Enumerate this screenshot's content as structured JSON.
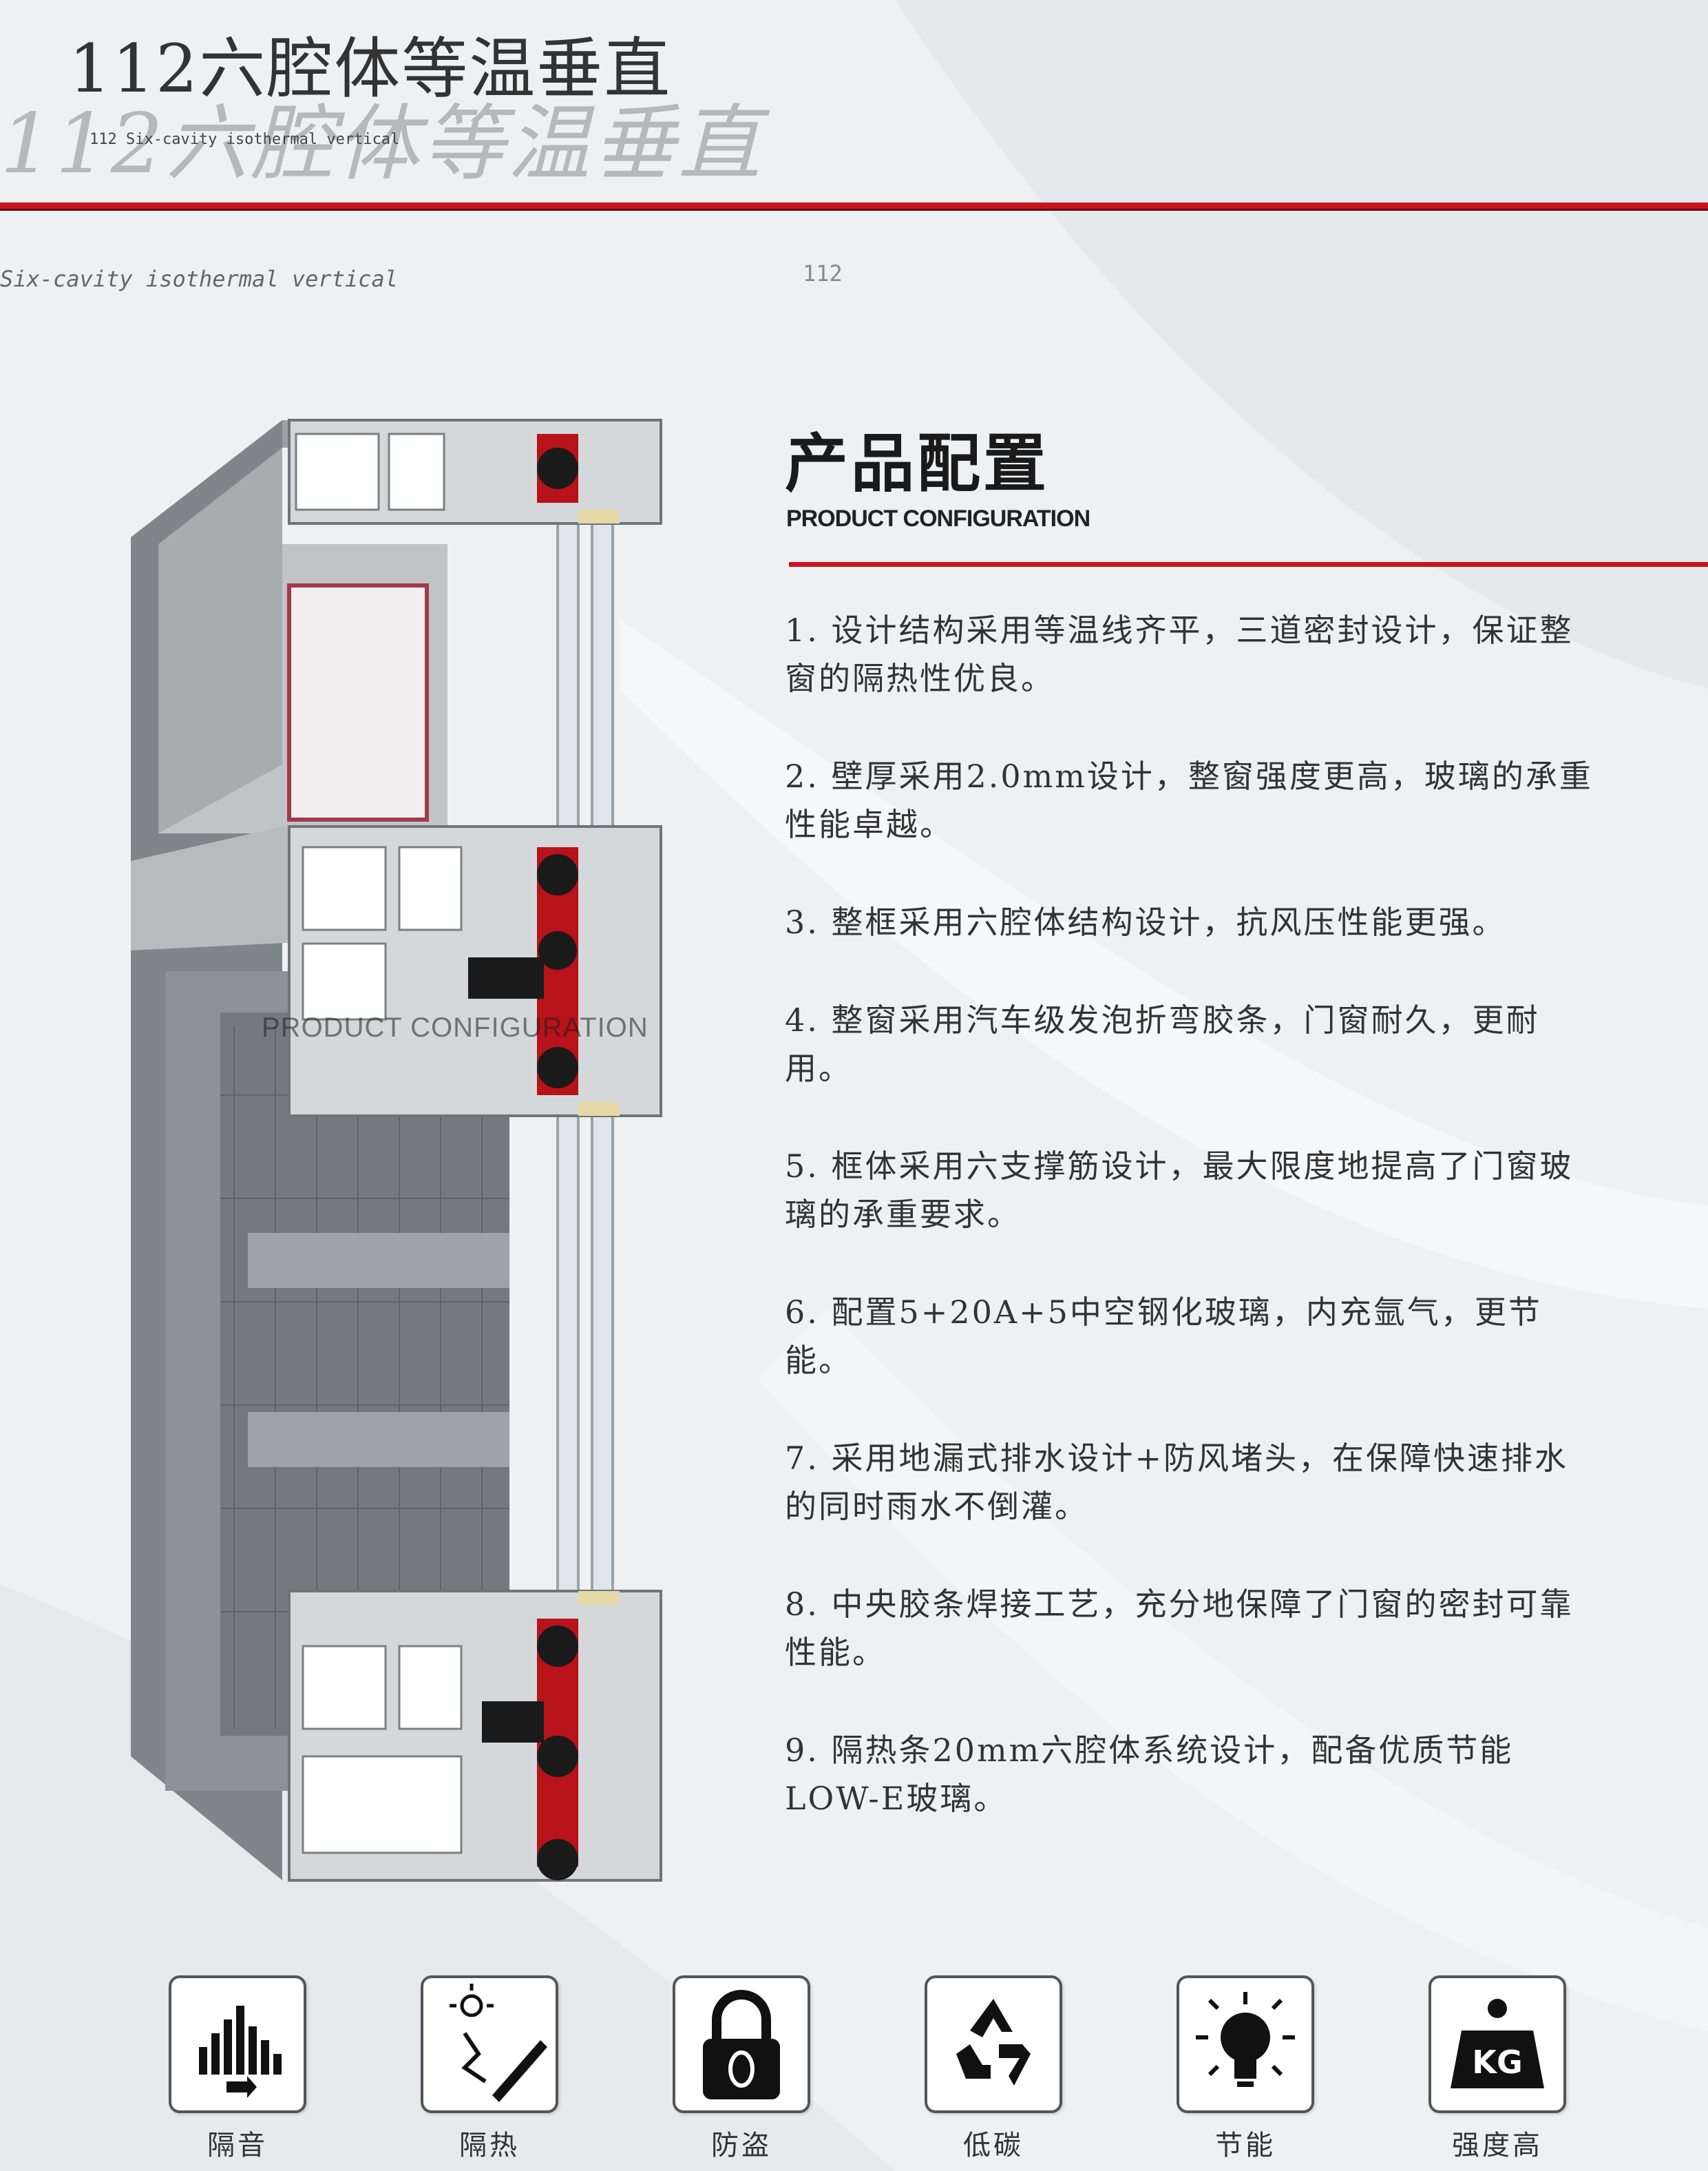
{
  "header": {
    "title_cn": "112六腔体等温垂直",
    "title_en_small": "112 Six-cavity isothermal vertical",
    "title_en": "Six-cavity isothermal vertical",
    "title_num": "112"
  },
  "section": {
    "title_cn": "产品配置",
    "title_en": "PRODUCT CONFIGURATION"
  },
  "features": [
    "1. 设计结构采用等温线齐平，三道密封设计，保证整窗的隔热性优良。",
    "2. 壁厚采用2.0mm设计，整窗强度更高，玻璃的承重性能卓越。",
    "3. 整框采用六腔体结构设计，抗风压性能更强。",
    "4. 整窗采用汽车级发泡折弯胶条，门窗耐久，更耐用。",
    "5. 框体采用六支撑筋设计，最大限度地提高了门窗玻璃的承重要求。",
    "6. 配置5+20A+5中空钢化玻璃，内充氩气，更节能。",
    "7. 采用地漏式排水设计+防风堵头，在保障快速排水的同时雨水不倒灌。",
    "8. 中央胶条焊接工艺，充分地保障了门窗的密封可靠性能。",
    "9. 隔热条20mm六腔体系统设计，配备优质节能LOW-E玻璃。"
  ],
  "ghost_text": "PRODUCT CONFIGURATION",
  "icons": [
    {
      "label": "隔音",
      "icon": "sound-insulation-icon"
    },
    {
      "label": "隔热",
      "icon": "heat-insulation-icon"
    },
    {
      "label": "防盗",
      "icon": "padlock-icon"
    },
    {
      "label": "低碳",
      "icon": "recycle-icon"
    },
    {
      "label": "节能",
      "icon": "lightbulb-icon"
    },
    {
      "label": "强度高",
      "icon": "weight-kg-icon"
    }
  ],
  "colors": {
    "accent_red": "#c8141c",
    "frame_gray": "#8a9094",
    "gasket_red": "#b8121a"
  }
}
